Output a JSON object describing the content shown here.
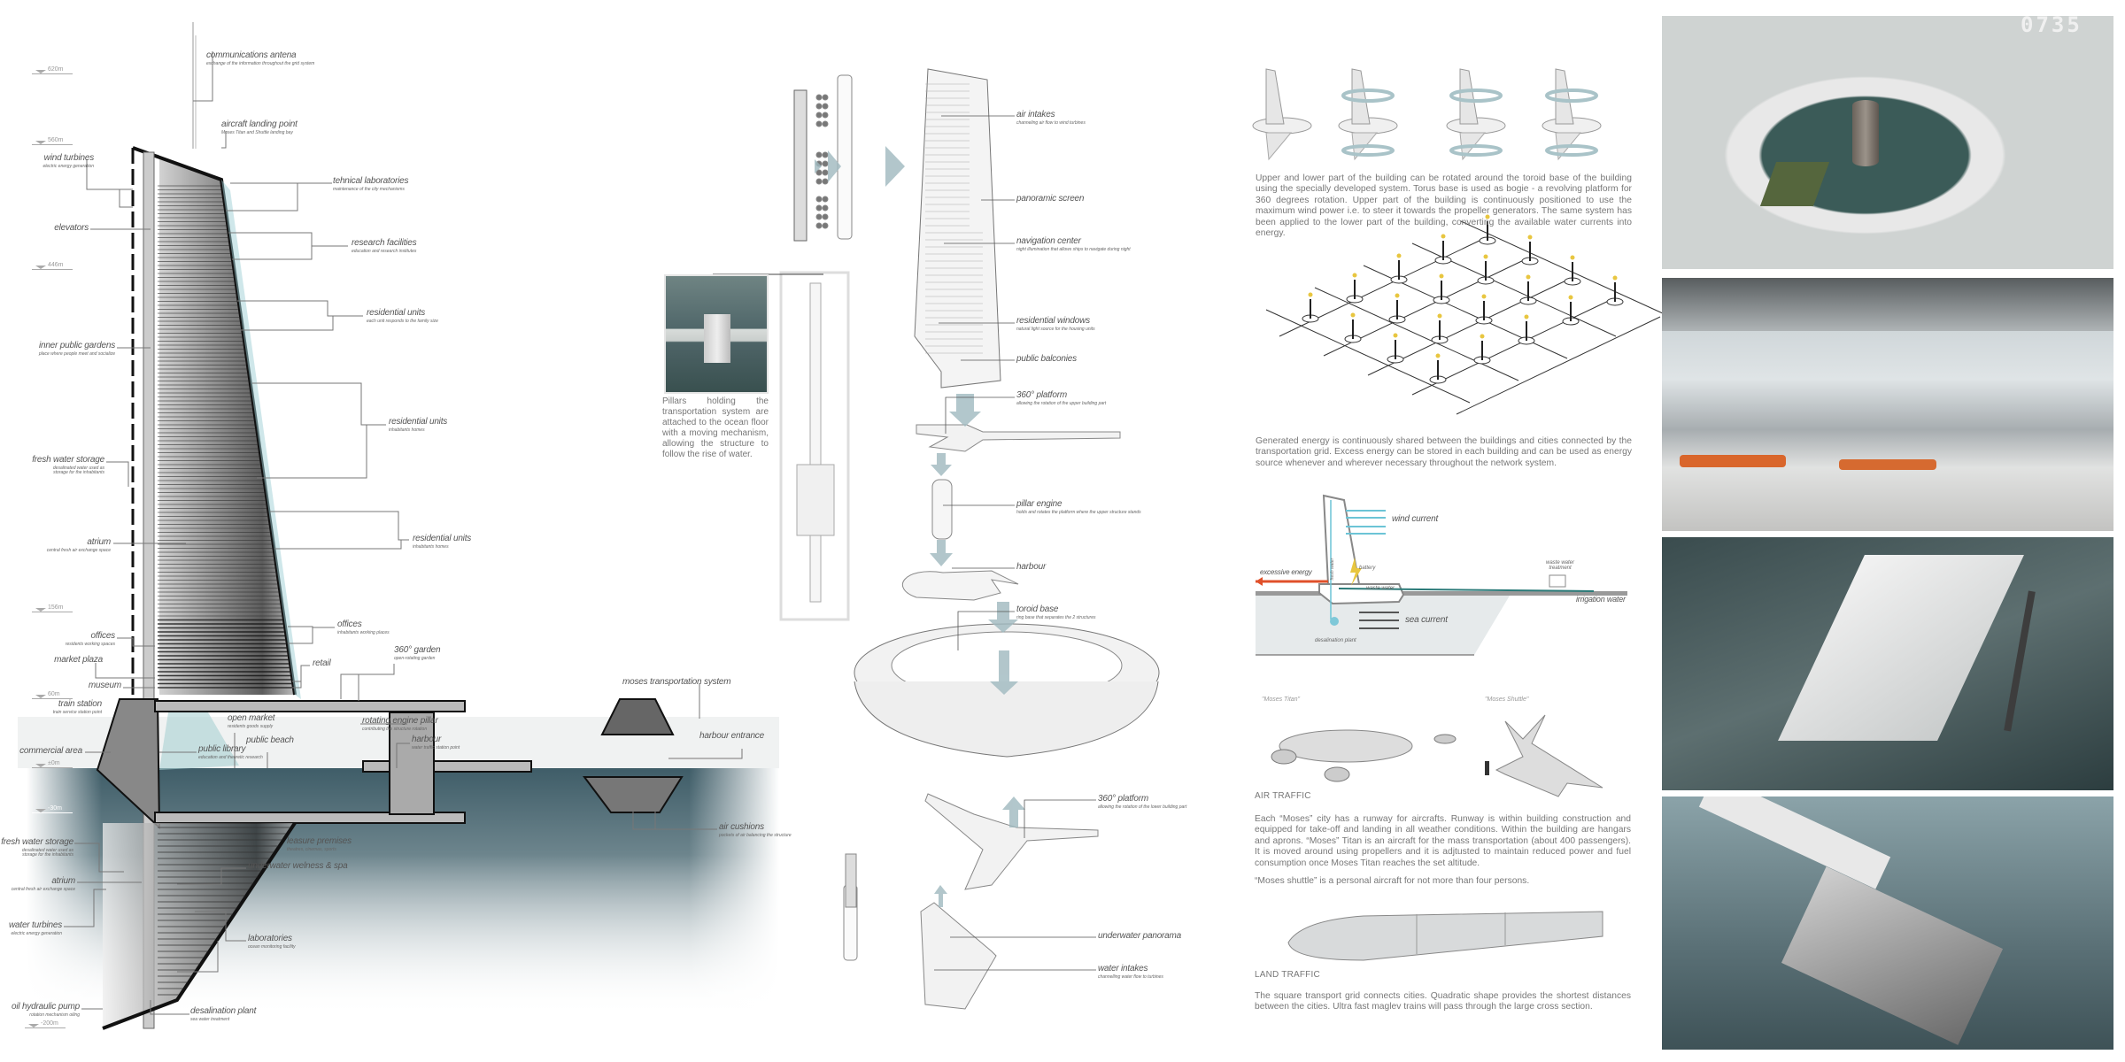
{
  "section": {
    "levels": [
      "620m",
      "560m",
      "446m",
      "156m",
      "60m",
      "±0m",
      "-30m",
      "-200m"
    ],
    "labels": [
      {
        "title": "communications antena",
        "sub": "exchange of the information throughout the grid system"
      },
      {
        "title": "aircraft landing point",
        "sub": "Moses Titan and Shuttle landing bay"
      },
      {
        "title": "wind turbines",
        "sub": "electric energy generation"
      },
      {
        "title": "tehnical laboratories",
        "sub": "maintenance of the city mechanisms"
      },
      {
        "title": "elevators",
        "sub": ""
      },
      {
        "title": "research facilities",
        "sub": "education and research institutes"
      },
      {
        "title": "residential units",
        "sub": "each unit responds to the family size"
      },
      {
        "title": "inner public gardens",
        "sub": "place where people meet and socialize"
      },
      {
        "title": "residential units",
        "sub": "inhabitants homes"
      },
      {
        "title": "fresh water storage",
        "sub": "desalinated water used as storage for the inhabitants"
      },
      {
        "title": "residential units",
        "sub": "inhabitants homes"
      },
      {
        "title": "atrium",
        "sub": "central fresh air exchange space"
      },
      {
        "title": "offices",
        "sub": "residents working spaces"
      },
      {
        "title": "offices",
        "sub": "inhabitants working places"
      },
      {
        "title": "360° garden",
        "sub": "open-rotating garden"
      },
      {
        "title": "market plaza",
        "sub": ""
      },
      {
        "title": "retail",
        "sub": ""
      },
      {
        "title": "museum",
        "sub": ""
      },
      {
        "title": "train station",
        "sub": "train service station point"
      },
      {
        "title": "open market",
        "sub": "residents goods supply"
      },
      {
        "title": "rotating engine pillar",
        "sub": "contributing the structure rotation"
      },
      {
        "title": "harbour",
        "sub": "water traffic station point"
      },
      {
        "title": "public beach",
        "sub": ""
      },
      {
        "title": "commercial area",
        "sub": ""
      },
      {
        "title": "public library",
        "sub": "education and theoretic research"
      },
      {
        "title": "moses transportation system",
        "sub": ""
      },
      {
        "title": "harbour entrance",
        "sub": ""
      },
      {
        "title": "air cushions",
        "sub": "pockets of air balancing the structure"
      },
      {
        "title": "fresh water storage",
        "sub": "desalinated water used as storage for the inhabitants"
      },
      {
        "title": "leasure premises",
        "sub": "theatres, cinemas, sports"
      },
      {
        "title": "underwater welness & spa",
        "sub": ""
      },
      {
        "title": "atrium",
        "sub": "central fresh air exchange space"
      },
      {
        "title": "water turbines",
        "sub": "electric energy generation"
      },
      {
        "title": "laboratories",
        "sub": "ocean monitoring facility"
      },
      {
        "title": "oil hydraulic pump",
        "sub": "rotation mechanism oiling"
      },
      {
        "title": "desalination plant",
        "sub": "sea water treatment"
      }
    ]
  },
  "exploded": {
    "labels": [
      {
        "title": "air intakes",
        "sub": "channeling air flow to wind turbines"
      },
      {
        "title": "panoramic screen",
        "sub": ""
      },
      {
        "title": "navigation center",
        "sub": "night illumination that allows ships to navigate during night"
      },
      {
        "title": "residential windows",
        "sub": "natural light source for the housing units"
      },
      {
        "title": "public balconies",
        "sub": ""
      },
      {
        "title": "360° platform",
        "sub": "allowing the rotation of the upper building part"
      },
      {
        "title": "pillar engine",
        "sub": "holds and rotates the platform where the upper structure stands"
      },
      {
        "title": "harbour",
        "sub": ""
      },
      {
        "title": "toroid base",
        "sub": "ring base that separates the 2 structures"
      },
      {
        "title": "360° platform",
        "sub": "allowing the rotation of the lower building part"
      },
      {
        "title": "underwater panorama",
        "sub": ""
      },
      {
        "title": "water intakes",
        "sub": "channelling water flow to turbines"
      }
    ],
    "pillars_text": "Pillars holding the transportation system are attached to the ocean floor with a moving mechanism, allowing the structure to follow the rise of water."
  },
  "info": {
    "rotation_text": "Upper and lower part of the building can be rotated around the toroid base of the building using the specially developed system. Torus base is used as bogie - a revolving platform for 360 degrees rotation. Upper part of the building is continuously positioned to use the maximum wind power i.e. to steer it towards the propeller generators. The same system has been applied to the lower part of the building, converting the available water currents into energy.",
    "energy_text": "Generated energy is continuously shared between the buildings and cities connected by the transportation grid. Excess energy can be stored in each building and can be used as energy source whenever and wherever necessary throughout the network system.",
    "diagram": {
      "wind": "wind current",
      "excess": "excessive energy",
      "battery": "battery",
      "fresh": "fresh water",
      "waste": "waste water",
      "treatment": "waste water treatment",
      "irrigation": "irrigation water",
      "sea": "sea current",
      "desal": "desalination plant"
    },
    "titan": "\"Moses Titan\"",
    "shuttle": "\"Moses  Shuttle\"",
    "air_heading": "AIR TRAFFIC",
    "air_text": "Each “Moses” city has a runway for aircrafts. Runway is within building construction and equipped for take-off and landing in all weather conditions. Within the building are hangars and aprons. “Moses” Titan is an aircraft for the mass transportation (about 400 passengers). It is moved around using propellers and it is adjtusted to maintain reduced power and fuel consumption once Moses Titan reaches the set altitude.",
    "shuttle_text": "“Moses shuttle” is a personal aircraft for not more than four persons.",
    "land_heading": "LAND TRAFFIC",
    "land_text": "The square transport grid connects cities. Quadratic shape provides the shortest distances between the cities. Ultra fast maglev trains will pass through the large cross section."
  },
  "logo": "0735",
  "colors": {
    "water": "#3f5d68",
    "accent": "#9fb9bf",
    "energy": "#e0502a",
    "teal": "#2a7a78",
    "bolt": "#e8c640"
  }
}
